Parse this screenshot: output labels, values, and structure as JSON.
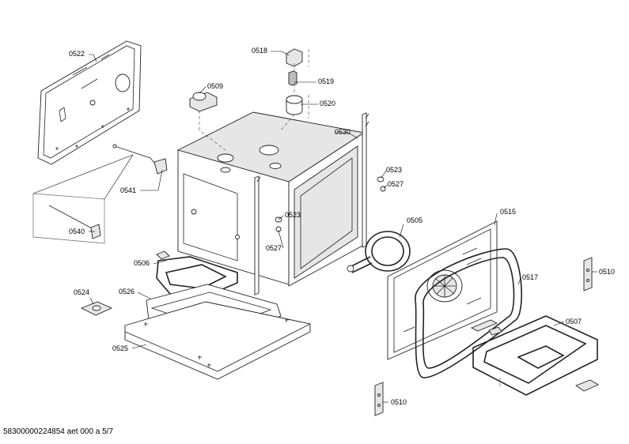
{
  "diagram": {
    "callouts": [
      {
        "id": "c0522",
        "label": "0522"
      },
      {
        "id": "c0518",
        "label": "0518"
      },
      {
        "id": "c0519",
        "label": "0519"
      },
      {
        "id": "c0509",
        "label": "0509"
      },
      {
        "id": "c0520",
        "label": "0520"
      },
      {
        "id": "c0530",
        "label": "0530"
      },
      {
        "id": "c0523a",
        "label": "0523"
      },
      {
        "id": "c0527a",
        "label": "0527"
      },
      {
        "id": "c0541",
        "label": "0541"
      },
      {
        "id": "c0540",
        "label": "0540"
      },
      {
        "id": "c0523b",
        "label": "0523"
      },
      {
        "id": "c0527b",
        "label": "0527"
      },
      {
        "id": "c0505",
        "label": "0505"
      },
      {
        "id": "c0515",
        "label": "0515"
      },
      {
        "id": "c0506",
        "label": "0506"
      },
      {
        "id": "c0510a",
        "label": "0510"
      },
      {
        "id": "c0517",
        "label": "0517"
      },
      {
        "id": "c0524",
        "label": "0524"
      },
      {
        "id": "c0526",
        "label": "0526"
      },
      {
        "id": "c0507",
        "label": "0507"
      },
      {
        "id": "c0525",
        "label": "0525"
      },
      {
        "id": "c0510b",
        "label": "0510"
      }
    ],
    "footer_text": "58300000224854 aet 000 a 5/7"
  }
}
